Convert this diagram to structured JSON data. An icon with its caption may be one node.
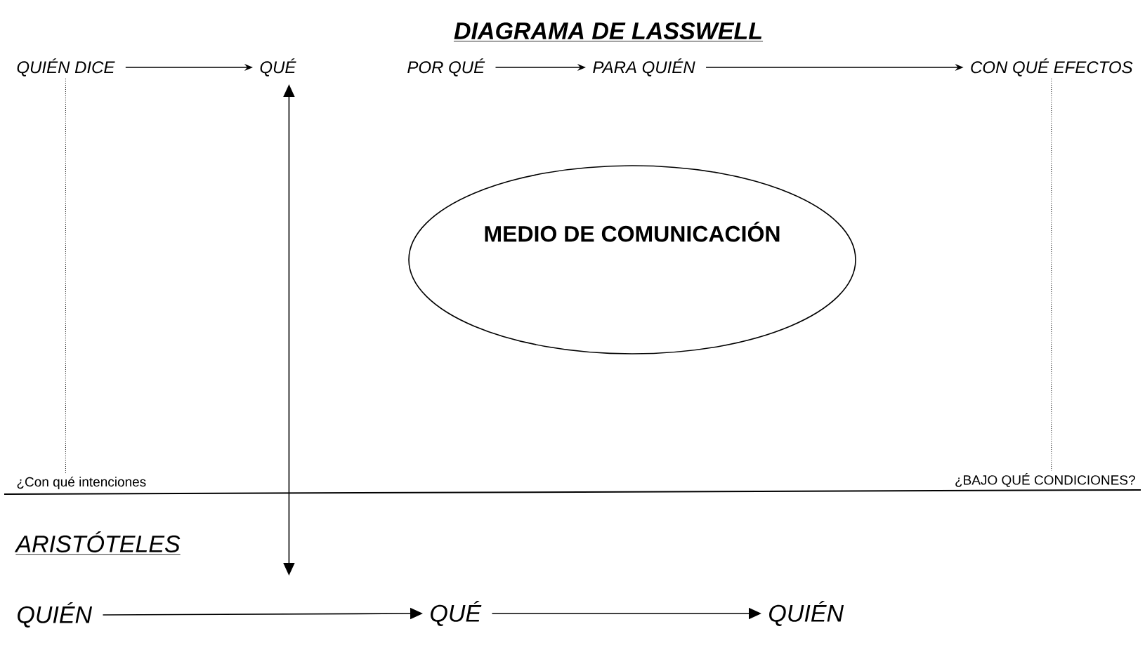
{
  "diagram": {
    "title": "DIAGRAMA DE LASSWELL",
    "nodes": [
      {
        "text": [
          "QUIÉN DICE"
        ]
      },
      {
        "text": [
          "QUÉ"
        ]
      },
      {
        "text": [
          "POR QUÉ"
        ]
      },
      {
        "text": [
          "PARA QUIÉN"
        ]
      },
      {
        "text": [
          "CON QUÉ EFECTOS"
        ]
      },
      {
        "text": [
          "MEDIO DE COMUNICACIÓN"
        ]
      },
      {
        "text": [
          "¿Con qué intenciones"
        ]
      },
      {
        "text": [
          "¿BAJO QUÉ CONDICIONES?"
        ]
      },
      {
        "text": [
          "QUIÉN"
        ]
      },
      {
        "text": [
          "QUÉ"
        ]
      },
      {
        "text": [
          "QUIÉN"
        ]
      }
    ],
    "edges": [
      {
        "from": 0,
        "to": 1,
        "arrow": "to"
      },
      {
        "from": 2,
        "to": 3,
        "arrow": "to"
      },
      {
        "from": 3,
        "to": 4,
        "arrow": "to"
      },
      {
        "from": 0,
        "to": 6,
        "arrow": "none",
        "style": "dashed"
      },
      {
        "from": 4,
        "to": 7,
        "arrow": "none",
        "style": "dashed"
      },
      {
        "from": 1,
        "to": null,
        "arrow": "both"
      },
      {
        "from": 8,
        "to": 9,
        "arrow": "to"
      },
      {
        "from": 9,
        "to": 10,
        "arrow": "to"
      }
    ],
    "labels": [
      "ARISTÓTELES"
    ]
  }
}
